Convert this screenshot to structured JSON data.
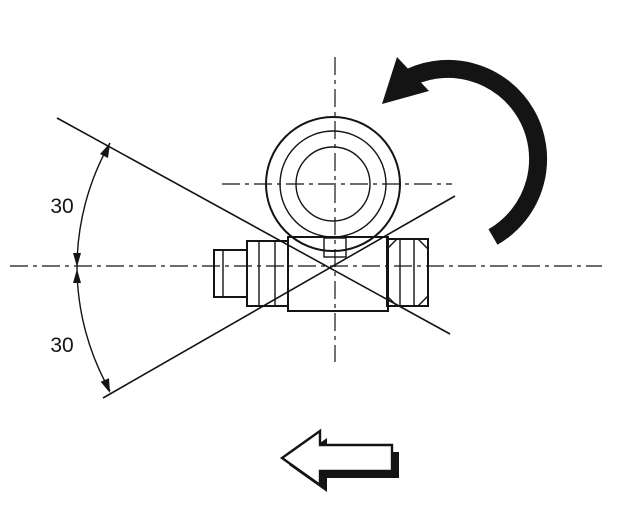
{
  "diagram": {
    "type": "technical-drawing",
    "description": "Banjo bolt fitting side view with swivel angle limits and rotation direction",
    "labels": {
      "angle_upper": "30",
      "angle_lower": "30"
    },
    "icons": {
      "rotation": "rotation-counterclockwise-arrow",
      "direction": "arrow-left-outline"
    },
    "colors": {
      "ink": "#141414",
      "paper": "#ffffff"
    }
  }
}
